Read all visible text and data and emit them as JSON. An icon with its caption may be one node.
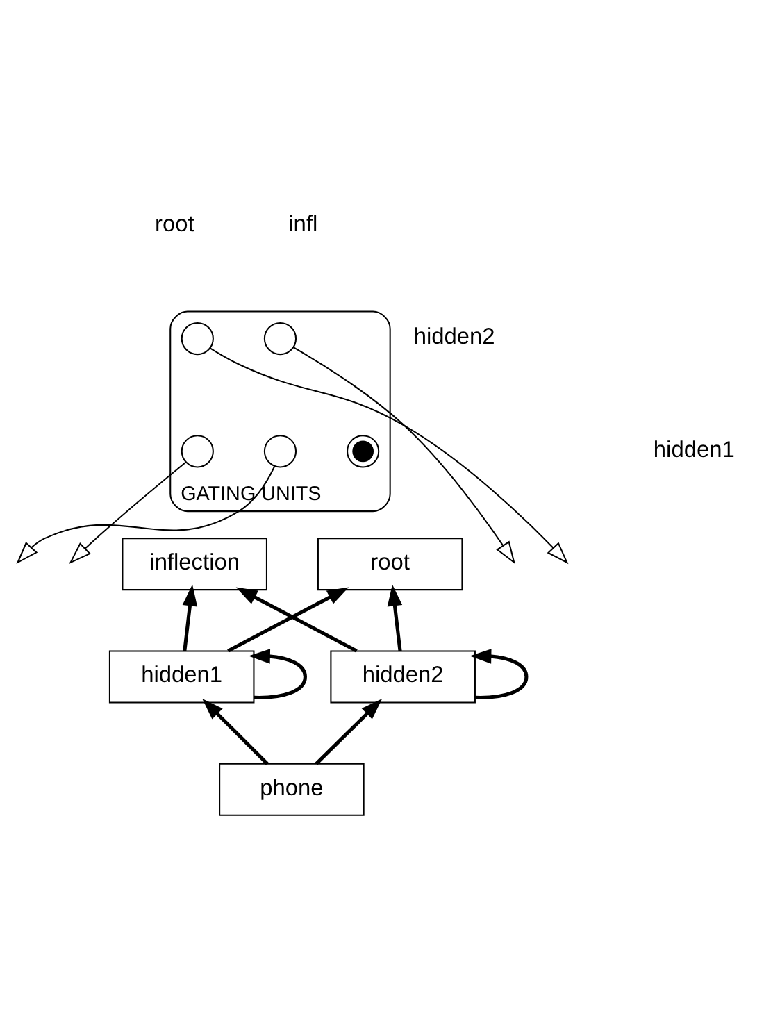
{
  "diagram": {
    "nodes": [
      {
        "text": [
          "GATING UNITS"
        ]
      },
      {
        "text": [],
        "shape": "circle",
        "in": 0
      },
      {
        "text": [],
        "shape": "circle",
        "in": 0
      },
      {
        "text": [],
        "shape": "picture",
        "in": 0
      },
      {
        "text": [],
        "shape": "circle",
        "in": 0
      },
      {
        "text": [],
        "shape": "circle",
        "in": 0
      },
      {
        "text": [
          "root"
        ]
      },
      {
        "text": [
          "inflection"
        ]
      },
      {
        "text": [
          "hidden1"
        ]
      },
      {
        "text": [
          "hidden2"
        ]
      },
      {
        "text": [
          "phone"
        ]
      }
    ],
    "edges": [
      {
        "from": 10,
        "to": 8,
        "arrow": "to"
      },
      {
        "from": 10,
        "to": 9,
        "arrow": "to"
      },
      {
        "from": 8,
        "to": 8,
        "arrow": "to"
      },
      {
        "from": 9,
        "to": 9,
        "arrow": "to"
      },
      {
        "from": 8,
        "to": 6,
        "arrow": "to"
      },
      {
        "from": 8,
        "to": 7,
        "arrow": "to"
      },
      {
        "from": 9,
        "to": 6,
        "arrow": "to"
      },
      {
        "from": 9,
        "to": 7,
        "arrow": "to"
      },
      {
        "from": 1,
        "to": null,
        "arrow": "to"
      },
      {
        "from": 2,
        "to": null,
        "arrow": "to"
      },
      {
        "from": 4,
        "to": null,
        "arrow": "to"
      },
      {
        "from": 5,
        "to": null,
        "arrow": "to"
      }
    ],
    "labels": [
      "root",
      "infl",
      "hidden2",
      "hidden1"
    ]
  }
}
